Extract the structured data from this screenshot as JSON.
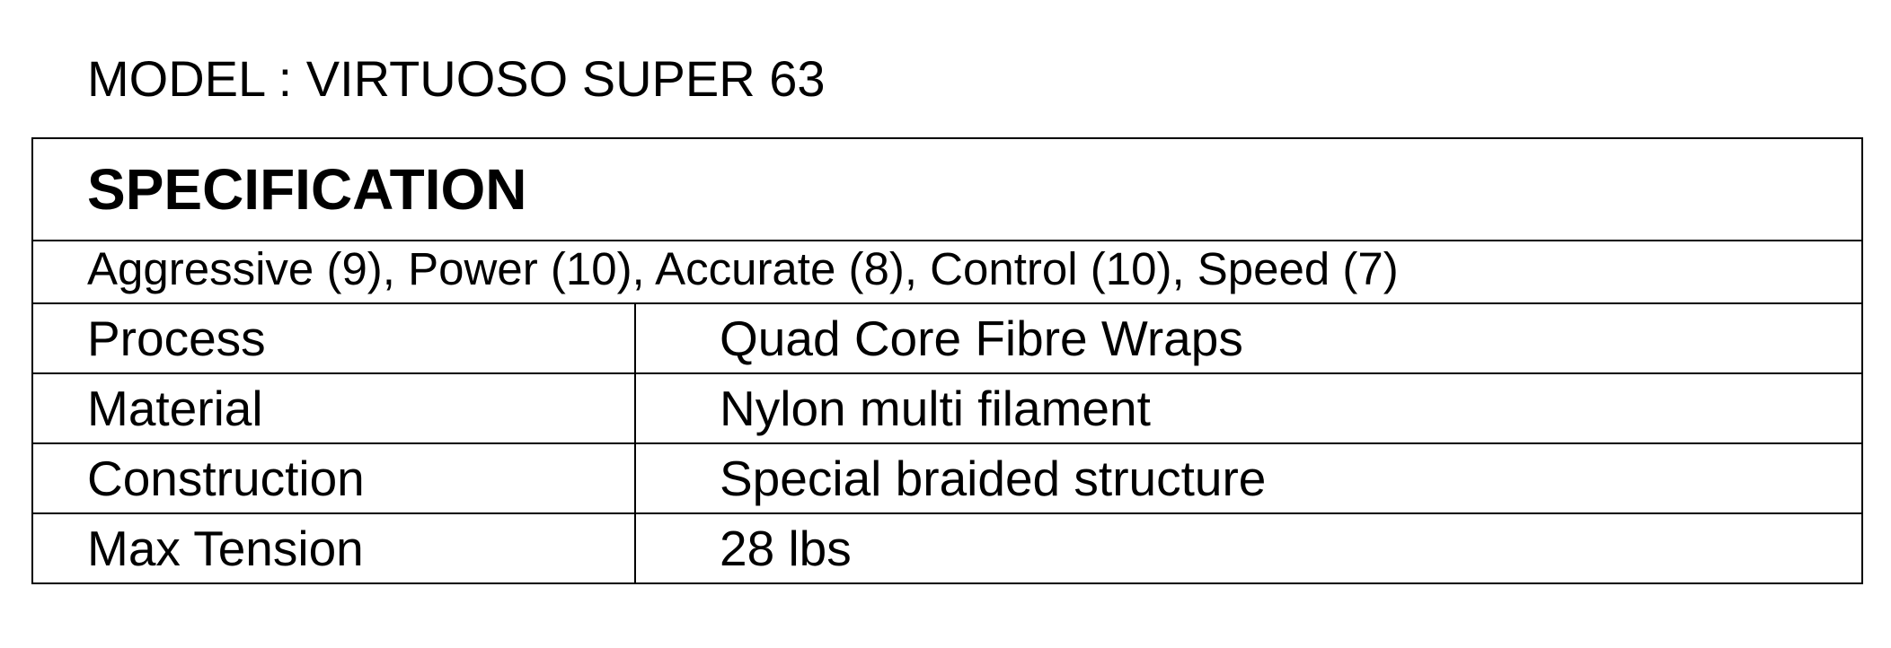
{
  "model": {
    "title": "MODEL : VIRTUOSO SUPER 63"
  },
  "spec_table": {
    "header": "SPECIFICATION",
    "summary": "Aggressive (9), Power (10), Accurate (8), Control (10), Speed (7)",
    "rows": [
      {
        "label": "Process",
        "value": "Quad Core Fibre Wraps"
      },
      {
        "label": "Material",
        "value": "Nylon multi filament"
      },
      {
        "label": "Construction",
        "value": "Special braided structure"
      },
      {
        "label": "Max Tension",
        "value": "28 lbs"
      }
    ]
  }
}
